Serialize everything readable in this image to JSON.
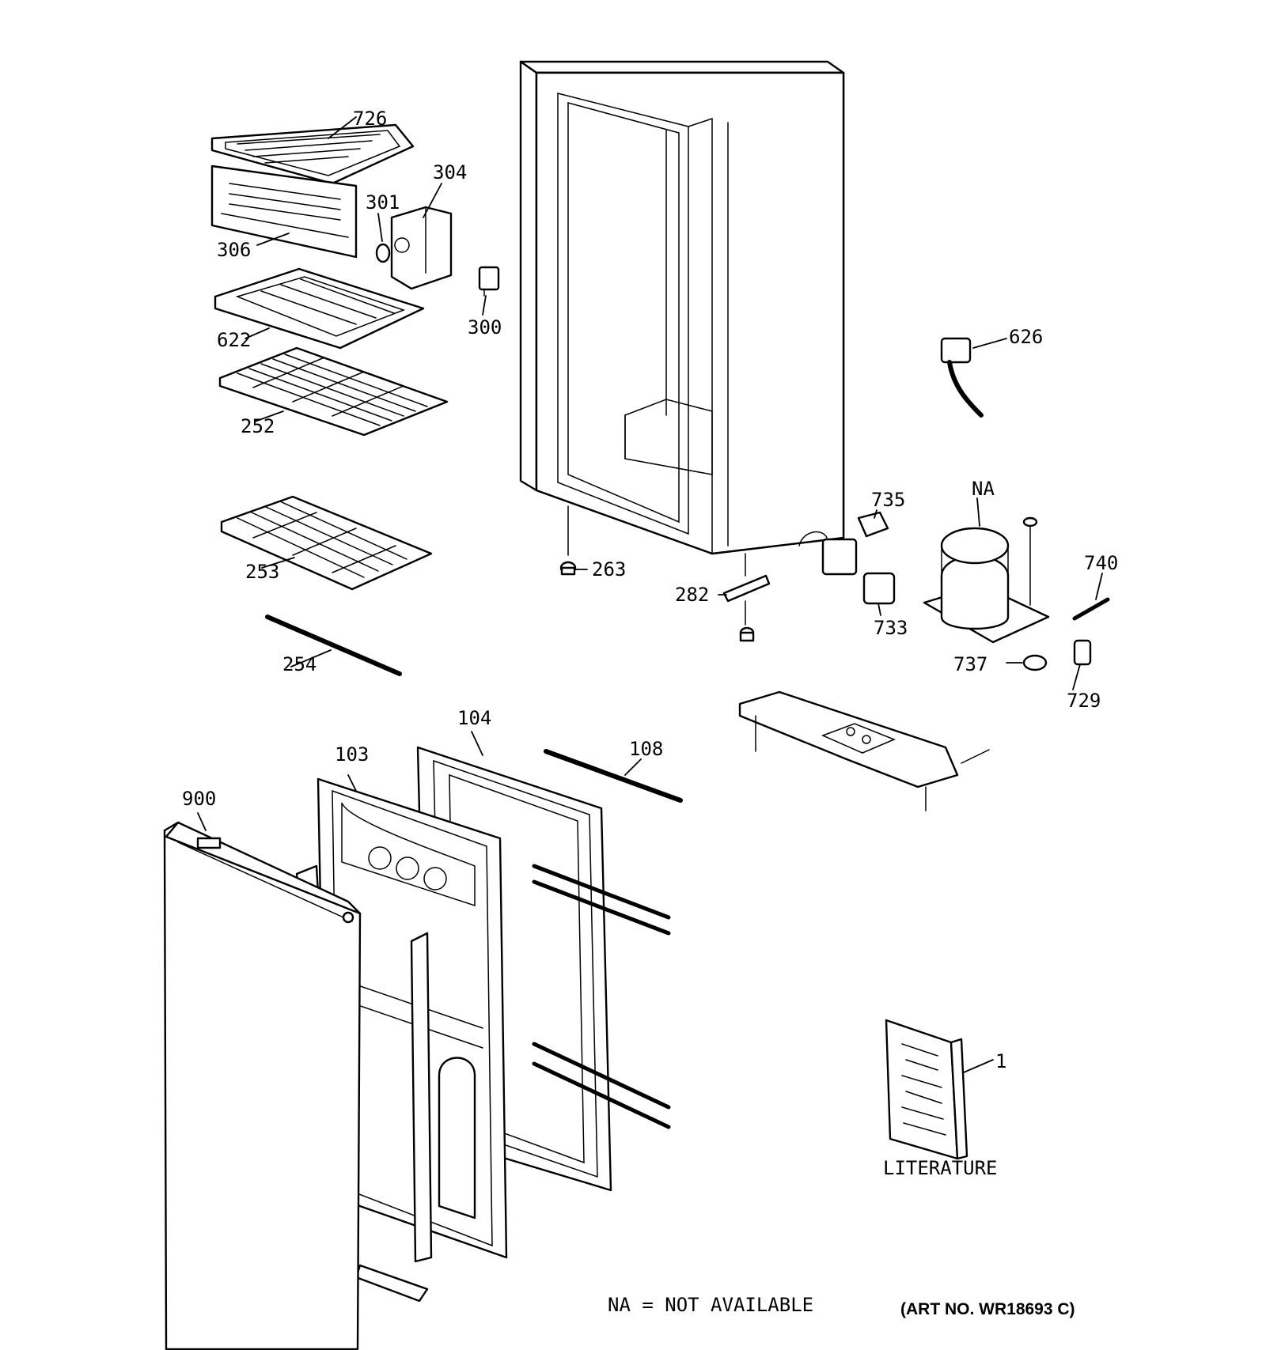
{
  "labels": {
    "p726": "726",
    "p304": "304",
    "p301": "301",
    "p306": "306",
    "p300": "300",
    "p622": "622",
    "p252": "252",
    "p626": "626",
    "p253": "253",
    "p263": "263",
    "p735": "735",
    "pNA": "NA",
    "p282": "282",
    "p733": "733",
    "p740": "740",
    "p254": "254",
    "p737": "737",
    "p729": "729",
    "p104": "104",
    "p108": "108",
    "p103": "103",
    "p900": "900",
    "p1": "1",
    "literature": "LITERATURE"
  },
  "footer": {
    "legend": "NA = NOT AVAILABLE",
    "art_no": "(ART NO. WR18693 C)"
  }
}
